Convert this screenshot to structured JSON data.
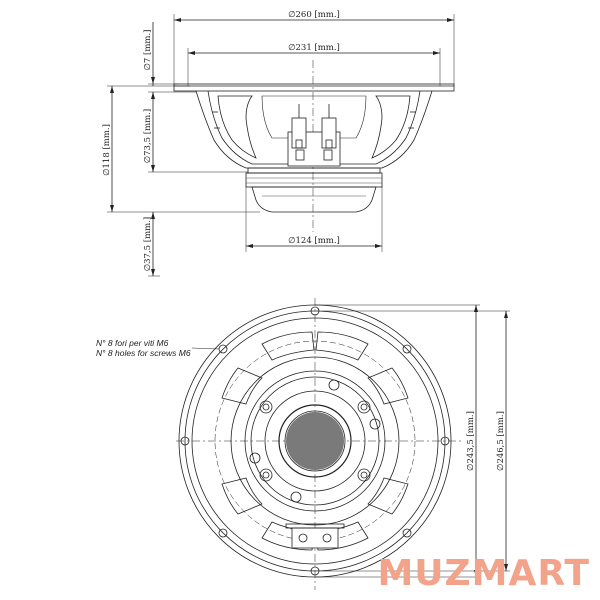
{
  "side_view": {
    "dims": {
      "d260": "∅260 [mm.]",
      "d231": "∅231 [mm.]",
      "d124": "∅124 [mm.]",
      "h7": "∅7 [mm.]",
      "h73_5": "∅73,5 [mm.]",
      "h118": "∅118 [mm.]",
      "h37_5": "∅37,5 [mm.]"
    }
  },
  "front_view": {
    "note_line1": "N° 8 fori per viti M6",
    "note_line2": "N° 8 holes for screws M6",
    "dims": {
      "d243_5": "∅243,5 [mm.]",
      "d246_5": "∅246,5 [mm.]"
    }
  },
  "brand": {
    "logo_text": "MUZMART",
    "logo_color": "#f2a38a"
  }
}
